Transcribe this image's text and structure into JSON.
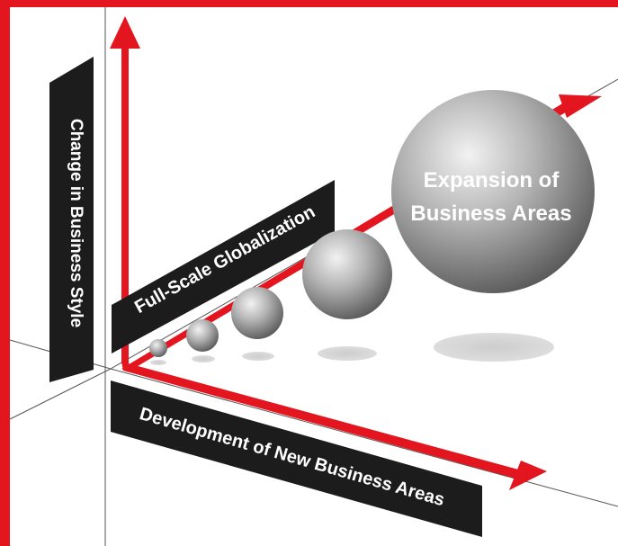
{
  "labels": {
    "vertical_axis": "Change in Business Style",
    "diagonal_axis": "Full-Scale Globalization",
    "horizontal_axis": "Development of New Business Areas",
    "sphere_line1": "Expansion of",
    "sphere_line2": "Business Areas"
  },
  "colors": {
    "accent_red": "#e3151f",
    "label_band": "#1c1c1c",
    "sphere_light": "#eeeeee",
    "sphere_dark": "#5a5a5a"
  },
  "spheres": [
    {
      "name": "sphere-1"
    },
    {
      "name": "sphere-2"
    },
    {
      "name": "sphere-3"
    },
    {
      "name": "sphere-4"
    },
    {
      "name": "sphere-5"
    }
  ]
}
